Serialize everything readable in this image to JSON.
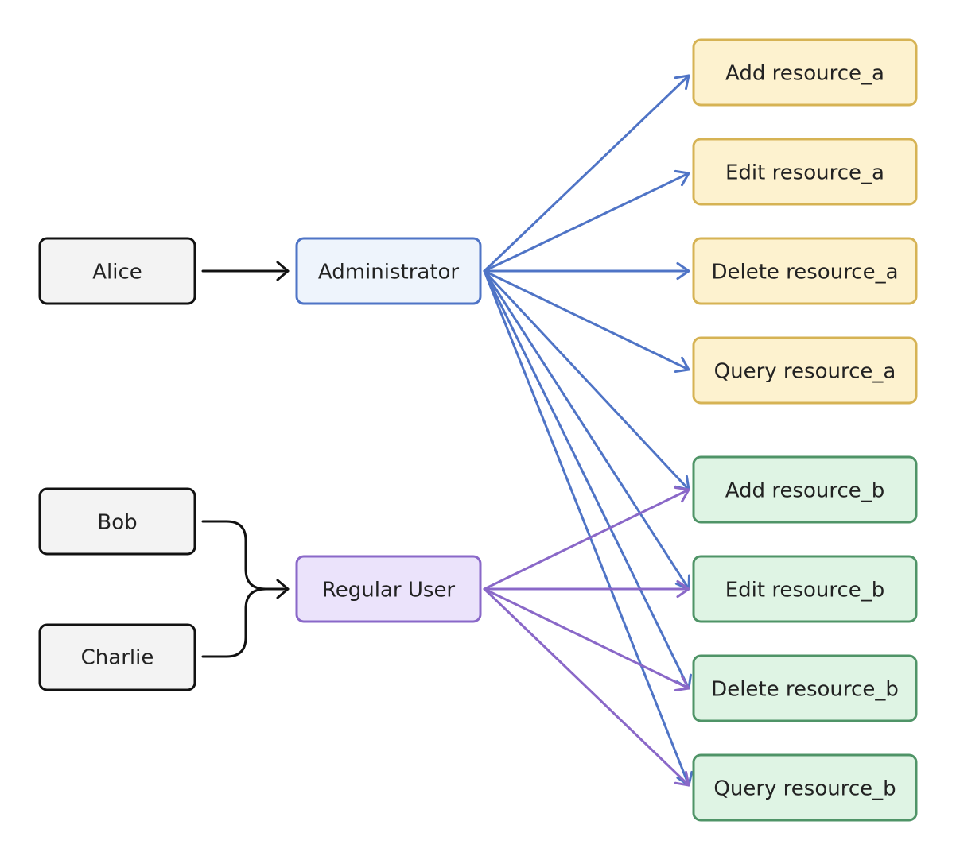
{
  "diagram": {
    "users": [
      {
        "id": "alice",
        "label": "Alice"
      },
      {
        "id": "bob",
        "label": "Bob"
      },
      {
        "id": "charlie",
        "label": "Charlie"
      }
    ],
    "roles": [
      {
        "id": "administrator",
        "label": "Administrator"
      },
      {
        "id": "regular-user",
        "label": "Regular User"
      }
    ],
    "permissions": [
      {
        "id": "add-resource-a",
        "label": "Add resource_a",
        "group": "resource_a"
      },
      {
        "id": "edit-resource-a",
        "label": "Edit resource_a",
        "group": "resource_a"
      },
      {
        "id": "delete-resource-a",
        "label": "Delete resource_a",
        "group": "resource_a"
      },
      {
        "id": "query-resource-a",
        "label": "Query resource_a",
        "group": "resource_a"
      },
      {
        "id": "add-resource-b",
        "label": "Add resource_b",
        "group": "resource_b"
      },
      {
        "id": "edit-resource-b",
        "label": "Edit resource_b",
        "group": "resource_b"
      },
      {
        "id": "delete-resource-b",
        "label": "Delete resource_b",
        "group": "resource_b"
      },
      {
        "id": "query-resource-b",
        "label": "Query resource_b",
        "group": "resource_b"
      }
    ],
    "user_role_edges": [
      {
        "from": "alice",
        "to": "administrator"
      },
      {
        "from": "bob",
        "to": "regular-user"
      },
      {
        "from": "charlie",
        "to": "regular-user"
      }
    ],
    "role_permission_edges": [
      {
        "from": "administrator",
        "to": "add-resource-a"
      },
      {
        "from": "administrator",
        "to": "edit-resource-a"
      },
      {
        "from": "administrator",
        "to": "delete-resource-a"
      },
      {
        "from": "administrator",
        "to": "query-resource-a"
      },
      {
        "from": "administrator",
        "to": "add-resource-b"
      },
      {
        "from": "administrator",
        "to": "edit-resource-b"
      },
      {
        "from": "administrator",
        "to": "delete-resource-b"
      },
      {
        "from": "administrator",
        "to": "query-resource-b"
      },
      {
        "from": "regular-user",
        "to": "add-resource-b"
      },
      {
        "from": "regular-user",
        "to": "edit-resource-b"
      },
      {
        "from": "regular-user",
        "to": "delete-resource-b"
      },
      {
        "from": "regular-user",
        "to": "query-resource-b"
      }
    ],
    "colors": {
      "user_fill": "#f3f3f3",
      "user_stroke": "#111111",
      "admin_fill": "#eef4fc",
      "admin_stroke": "#4f74c6",
      "regular_fill": "#ebe3fb",
      "regular_stroke": "#8a68c8",
      "resource_a_fill": "#fdf2cf",
      "resource_a_stroke": "#d6b354",
      "resource_b_fill": "#dff4e4",
      "resource_b_stroke": "#4f9467",
      "admin_edge": "#4f74c6",
      "regular_edge": "#8a68c8",
      "user_edge": "#111111"
    }
  }
}
